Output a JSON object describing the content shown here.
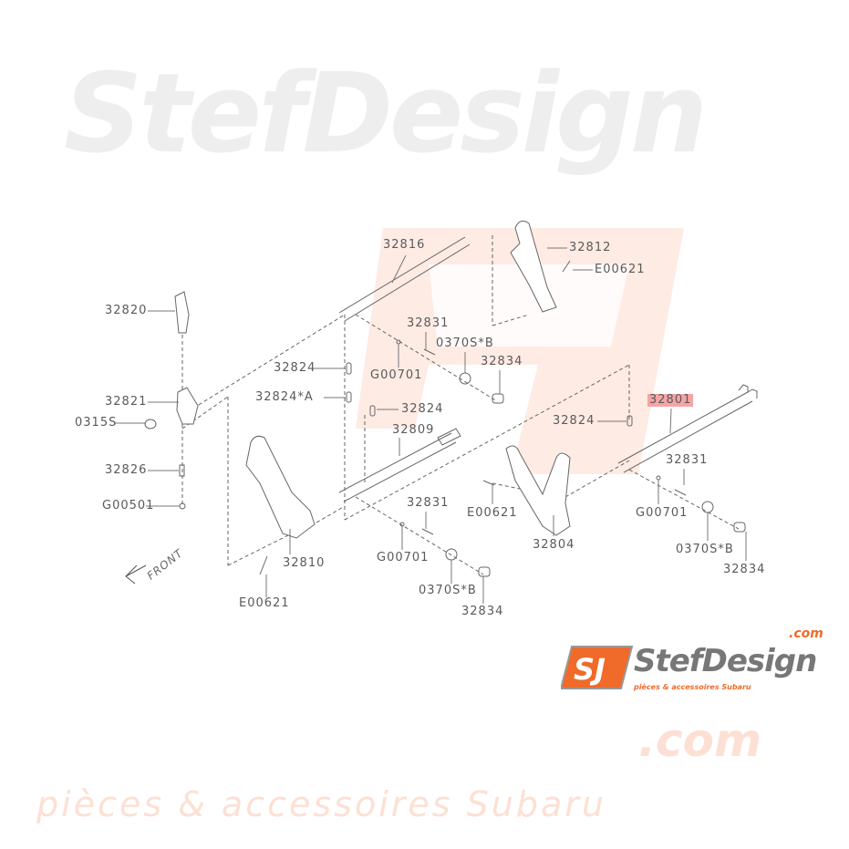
{
  "watermark": {
    "brand": "StefDesign",
    "tagline": "pièces & accessoires Subaru",
    "com": ".com"
  },
  "logo": {
    "mark": "SJ",
    "brand": "StefDesign",
    "com": ".com",
    "tagline": "pièces & accessoires Subaru",
    "accent": "#f06a2a"
  },
  "front_label": "FRONT",
  "labels": [
    "32816",
    "32812",
    "E00621",
    "32820",
    "32831",
    "0370S*B",
    "32824",
    "G00701",
    "32834",
    "32821",
    "32824*A",
    "0315S",
    "32824",
    "32801",
    "32809",
    "32824",
    "32831",
    "32826",
    "32831",
    "G00501",
    "E00621",
    "G00701",
    "32804",
    "0370S*B",
    "G00701",
    "32810",
    "32834",
    "0370S*B",
    "E00621",
    "32834"
  ],
  "highlight": {
    "part": "32801",
    "color": "#f4a5a5"
  }
}
